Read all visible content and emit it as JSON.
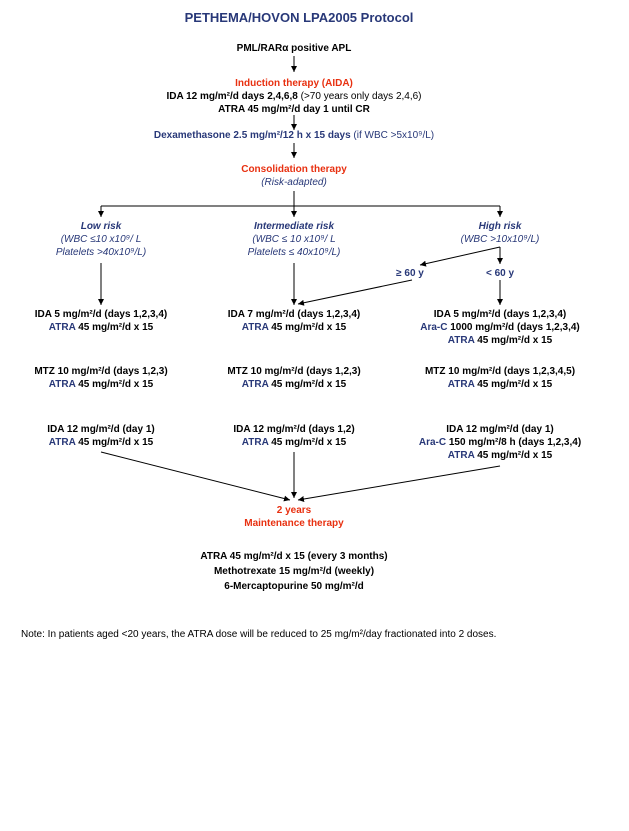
{
  "title": "PETHEMA/HOVON LPA2005 Protocol",
  "start": "PML/RARα positive APL",
  "induction": {
    "heading": "Induction therapy (AIDA)",
    "line1_main": "IDA 12 mg/m²/d days 2,4,6,8",
    "line1_note": "(>70 years only days 2,4,6)",
    "line2": "ATRA 45 mg/m²/d day 1 until CR"
  },
  "dexa": {
    "main": "Dexamethasone 2.5 mg/m²/12 h x 15 days",
    "note": "(if WBC >5x10⁹/L)"
  },
  "consolidation": {
    "heading": "Consolidation therapy",
    "sub": "(Risk-adapted)"
  },
  "risk": {
    "low": {
      "title": "Low risk",
      "l1": "(WBC ≤10 x10⁹/ L",
      "l2": "Platelets >40x10⁹/L)"
    },
    "intermediate": {
      "title": "Intermediate risk",
      "l1": "(WBC ≤ 10 x10⁹/ L",
      "l2": "Platelets ≤ 40x10⁹/L)"
    },
    "high": {
      "title": "High risk",
      "l1": "(WBC >10x10⁹/L)",
      "age_ge": "≥ 60 y",
      "age_lt": "< 60 y"
    }
  },
  "low_cycles": {
    "c1_a": "IDA 5  mg/m²/d (days 1,2,3,4)",
    "c1_b_drug": "ATRA",
    "c1_b": "45 mg/m²/d x 15",
    "c2_a": "MTZ 10 mg/m²/d (days 1,2,3)",
    "c2_b_drug": "ATRA",
    "c2_b": "45 mg/m²/d x 15",
    "c3_a": "IDA 12 mg/m²/d (day 1)",
    "c3_b_drug": "ATRA",
    "c3_b": "45 mg/m²/d x 15"
  },
  "int_cycles": {
    "c1_a": "IDA 7  mg/m²/d (days 1,2,3,4)",
    "c1_b_drug": "ATRA",
    "c1_b": "45 mg/m²/d x 15",
    "c2_a": "MTZ 10 mg/m²/d (days 1,2,3)",
    "c2_b_drug": "ATRA",
    "c2_b": "45 mg/m²/d x 15",
    "c3_a": "IDA 12 mg/m²/d (days 1,2)",
    "c3_b_drug": "ATRA",
    "c3_b": "45 mg/m²/d x 15"
  },
  "high_cycles": {
    "c1_a": "IDA 5  mg/m²/d (days 1,2,3,4)",
    "c1_b_drug": "Ara-C",
    "c1_b": "1000 mg/m²/d (days 1,2,3,4)",
    "c1_c_drug": "ATRA",
    "c1_c": "45 mg/m²/d x 15",
    "c2_a": "MTZ 10 mg/m²/d (days 1,2,3,4,5)",
    "c2_b_drug": "ATRA",
    "c2_b": "45 mg/m²/d x 15",
    "c3_a": "IDA 12 mg/m²/d (day 1)",
    "c3_b_drug": "Ara-C",
    "c3_b": "150 mg/m²/8 h (days 1,2,3,4)",
    "c3_c_drug": "ATRA",
    "c3_c": "45 mg/m²/d x 15"
  },
  "maintenance": {
    "duration": "2 years",
    "heading": "Maintenance therapy",
    "l1": "ATRA 45 mg/m²/d x 15 (every 3 months)",
    "l2": "Methotrexate 15 mg/m²/d (weekly)",
    "l3": "6-Mercaptopurine 50 mg/m²/d"
  },
  "note": "Note: In patients aged <20 years, the ATRA dose will be reduced to 25 mg/m²/day fractionated into 2 doses.",
  "colors": {
    "navy": "#283878",
    "red": "#e83010"
  }
}
